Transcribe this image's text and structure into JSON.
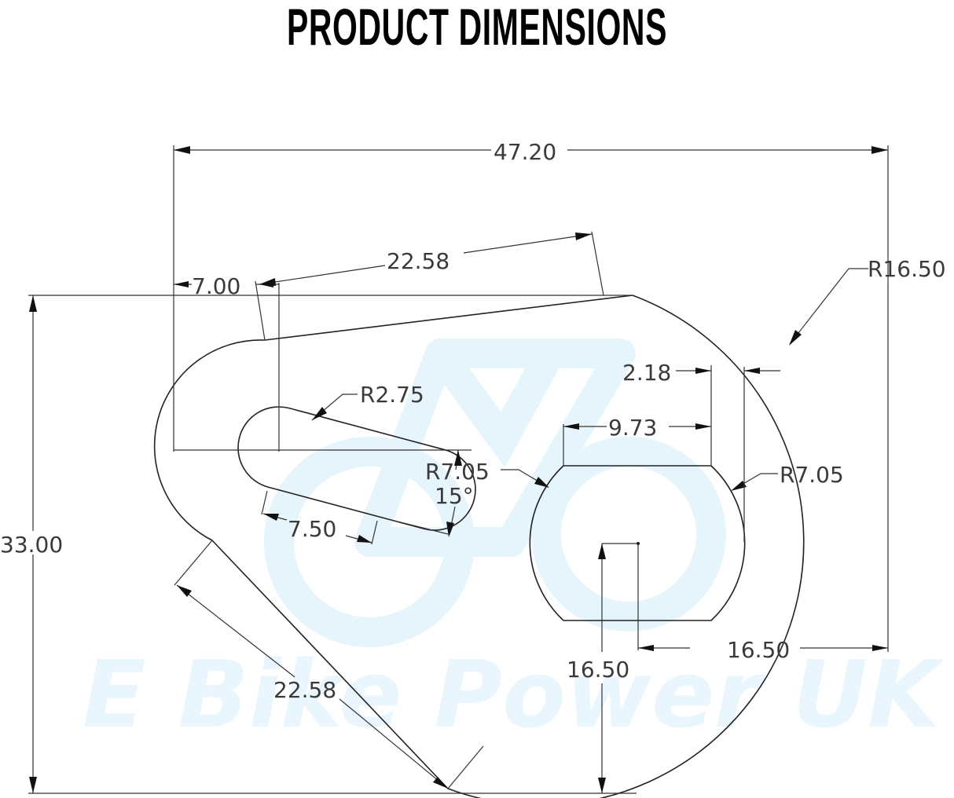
{
  "title": "PRODUCT DIMENSIONS",
  "watermark": {
    "text": "E Bike Power UK",
    "color": "#eaf6fd",
    "logo": "bicycle-logo"
  },
  "drawing": {
    "line_color": "#222222",
    "text_color": "#3a3a3a",
    "dimensions": {
      "overall_width": "47.20",
      "overall_height": "33.00",
      "top_edge_length": "22.58",
      "lower_edge_length": "22.58",
      "slot_offset": "7.00",
      "slot_radius": "R2.75",
      "slot_length": "7.50",
      "slot_angle": "15°",
      "hole_flat_radius_left": "R7.05",
      "hole_flat_radius_right": "R7.05",
      "hole_flat_width": "9.73",
      "hole_flat_offset": "2.18",
      "outer_radius": "R16.50",
      "center_to_right": "16.50",
      "center_to_bottom": "16.50"
    }
  }
}
